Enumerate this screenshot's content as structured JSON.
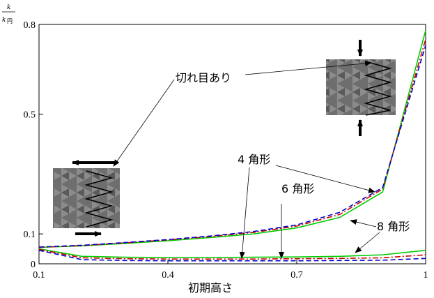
{
  "chart_data": {
    "type": "line",
    "title": "",
    "xlabel": "初期高さ",
    "ylabel": {
      "numerator": "k",
      "denominator_main": "k",
      "denominator_sub": "円"
    },
    "xlim": [
      0.1,
      1.0
    ],
    "ylim": [
      0,
      0.8
    ],
    "x_ticks": [
      "0.1",
      "0.4",
      "0.7",
      "1"
    ],
    "y_ticks": [
      "0",
      "0.1",
      "0.5",
      "0.8"
    ],
    "grid": false,
    "series": [
      {
        "name": "4 角形",
        "color": "#00cc00",
        "dash": "solid",
        "x": [
          0.1,
          0.2,
          0.3,
          0.4,
          0.5,
          0.6,
          0.7,
          0.8,
          0.9,
          1.0
        ],
        "y": [
          0.055,
          0.06,
          0.068,
          0.077,
          0.088,
          0.1,
          0.12,
          0.155,
          0.24,
          0.78
        ]
      },
      {
        "name": "6 角形",
        "color": "#cc0000",
        "dash": "dashdot",
        "x": [
          0.1,
          0.2,
          0.3,
          0.4,
          0.5,
          0.6,
          0.7,
          0.8,
          0.9,
          1.0
        ],
        "y": [
          0.055,
          0.061,
          0.07,
          0.08,
          0.091,
          0.105,
          0.126,
          0.165,
          0.25,
          0.75
        ]
      },
      {
        "name": "8 角形",
        "color": "#0000cc",
        "dash": "dashed",
        "x": [
          0.1,
          0.2,
          0.3,
          0.4,
          0.5,
          0.6,
          0.7,
          0.8,
          0.9,
          1.0
        ],
        "y": [
          0.056,
          0.062,
          0.071,
          0.081,
          0.093,
          0.108,
          0.13,
          0.172,
          0.255,
          0.73
        ]
      },
      {
        "name": "4 角形 切れ目あり",
        "color": "#00cc00",
        "dash": "solid",
        "x": [
          0.1,
          0.2,
          0.3,
          0.4,
          0.5,
          0.6,
          0.7,
          0.8,
          0.9,
          1.0
        ],
        "y": [
          0.05,
          0.025,
          0.022,
          0.021,
          0.021,
          0.022,
          0.023,
          0.025,
          0.03,
          0.045
        ]
      },
      {
        "name": "6 角形 切れ目あり",
        "color": "#cc0000",
        "dash": "dashdot",
        "x": [
          0.1,
          0.2,
          0.3,
          0.4,
          0.5,
          0.6,
          0.7,
          0.8,
          0.9,
          1.0
        ],
        "y": [
          0.048,
          0.02,
          0.017,
          0.016,
          0.016,
          0.016,
          0.017,
          0.018,
          0.02,
          0.03
        ]
      },
      {
        "name": "8 角形 切れ目あり",
        "color": "#0000cc",
        "dash": "dashed",
        "x": [
          0.1,
          0.2,
          0.3,
          0.4,
          0.5,
          0.6,
          0.7,
          0.8,
          0.9,
          1.0
        ],
        "y": [
          0.045,
          0.014,
          0.011,
          0.01,
          0.01,
          0.01,
          0.01,
          0.011,
          0.012,
          0.018
        ]
      }
    ],
    "annotations": [
      {
        "text": "切れ目あり"
      },
      {
        "text": "4 角形"
      },
      {
        "text": "6 角形"
      },
      {
        "text": "8 角形"
      }
    ]
  }
}
